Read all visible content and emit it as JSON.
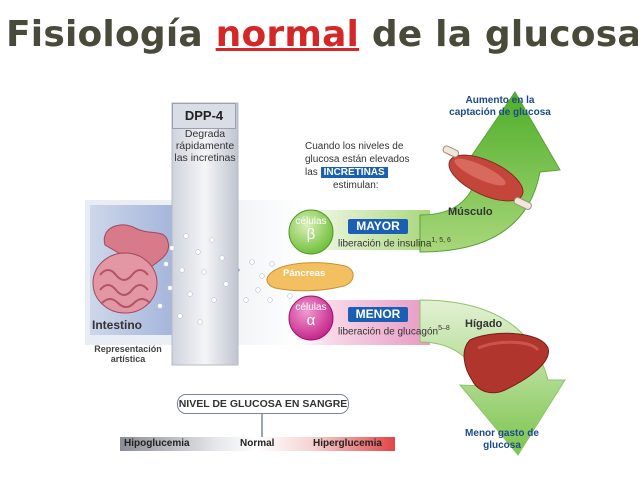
{
  "title": {
    "pre": "Fisiología ",
    "highlight": "normal",
    "post": " de la glucosa:"
  },
  "dpp4": {
    "label": "DPP-4",
    "desc_lines": [
      "Degrada",
      "rápidamente",
      "las incretinas"
    ]
  },
  "incretins": {
    "lines": [
      "Cuando los niveles de",
      "glucosa están elevados"
    ],
    "prefix": "las",
    "badge": "INCRETINAS",
    "suffix": "estimulan:"
  },
  "beta": {
    "cell_label": "células",
    "cell_symbol": "β",
    "pill": "MAYOR",
    "text": "liberación de insulina",
    "sup": "1, 5, 6"
  },
  "alpha": {
    "cell_label": "células",
    "cell_symbol": "α",
    "pill": "MENOR",
    "text": "liberación de glucagón",
    "sup": "5–8"
  },
  "pancreas_label": "Páncreas",
  "intestine_label": "Intestino",
  "representation_lines": [
    "Representación",
    "artística"
  ],
  "muscle": {
    "label": "Músculo",
    "top_lines": [
      "Aumento en la",
      "captación de glucosa"
    ]
  },
  "liver": {
    "label": "Hígado",
    "bottom_lines": [
      "Menor gasto de",
      "glucosa"
    ]
  },
  "legend": {
    "title": "NIVEL DE GLUCOSA EN SANGRE",
    "low": "Hipoglucemia",
    "normal": "Normal",
    "high": "Hiperglucemia"
  },
  "colors": {
    "title_highlight": "#d42727",
    "pill_blue": "#1a5fb4",
    "arrow_green": "#6fbf3a",
    "pink": "#e24aa3"
  }
}
